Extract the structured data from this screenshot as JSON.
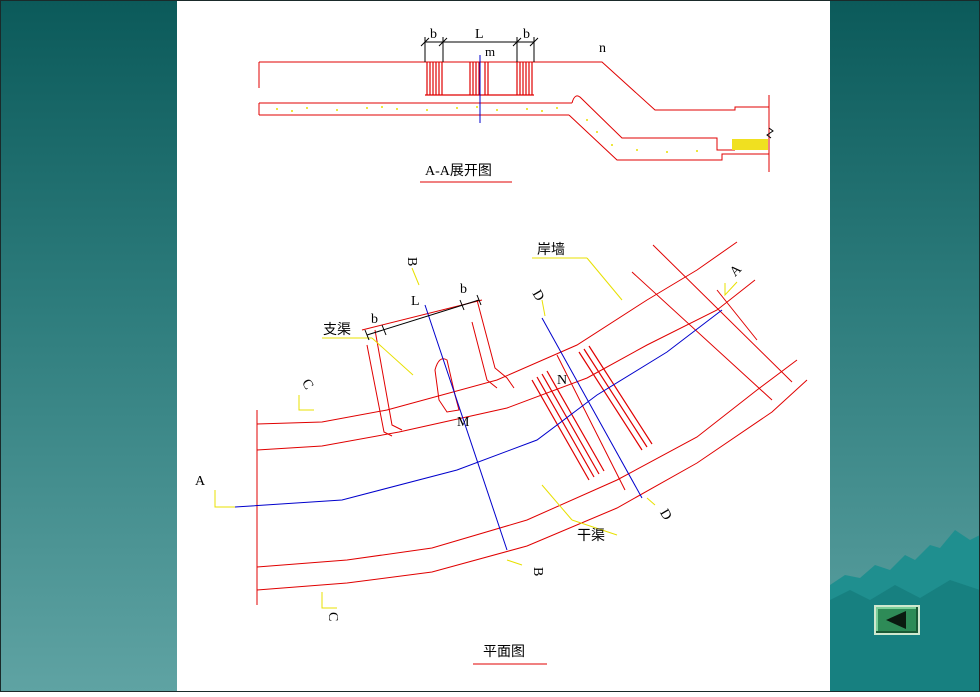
{
  "colors": {
    "band": "#2e7d7d",
    "line_red": "#e00000",
    "line_blue": "#0000cc",
    "leader_yellow": "#e8e000",
    "back_button": "#2e8b57"
  },
  "section_view": {
    "caption": "A-A展开图",
    "label_b_left": "b",
    "label_L": "L",
    "label_b_right": "b",
    "label_m": "m",
    "label_n": "n"
  },
  "plan_view": {
    "caption": "平面图",
    "label_bank_wall": "岸墙",
    "label_branch_canal": "支渠",
    "label_main_canal": "干渠",
    "label_b_left": "b",
    "label_L": "L",
    "label_b_right": "b",
    "label_M": "M",
    "label_N": "N",
    "section_A_left": "A",
    "section_A_right": "A",
    "section_B_top": "B",
    "section_B_bottom": "B",
    "section_C_top": "C",
    "section_C_bottom": "C",
    "section_D_top": "D",
    "section_D_bottom": "D"
  },
  "nav": {
    "back_icon": "triangle-left-icon"
  }
}
